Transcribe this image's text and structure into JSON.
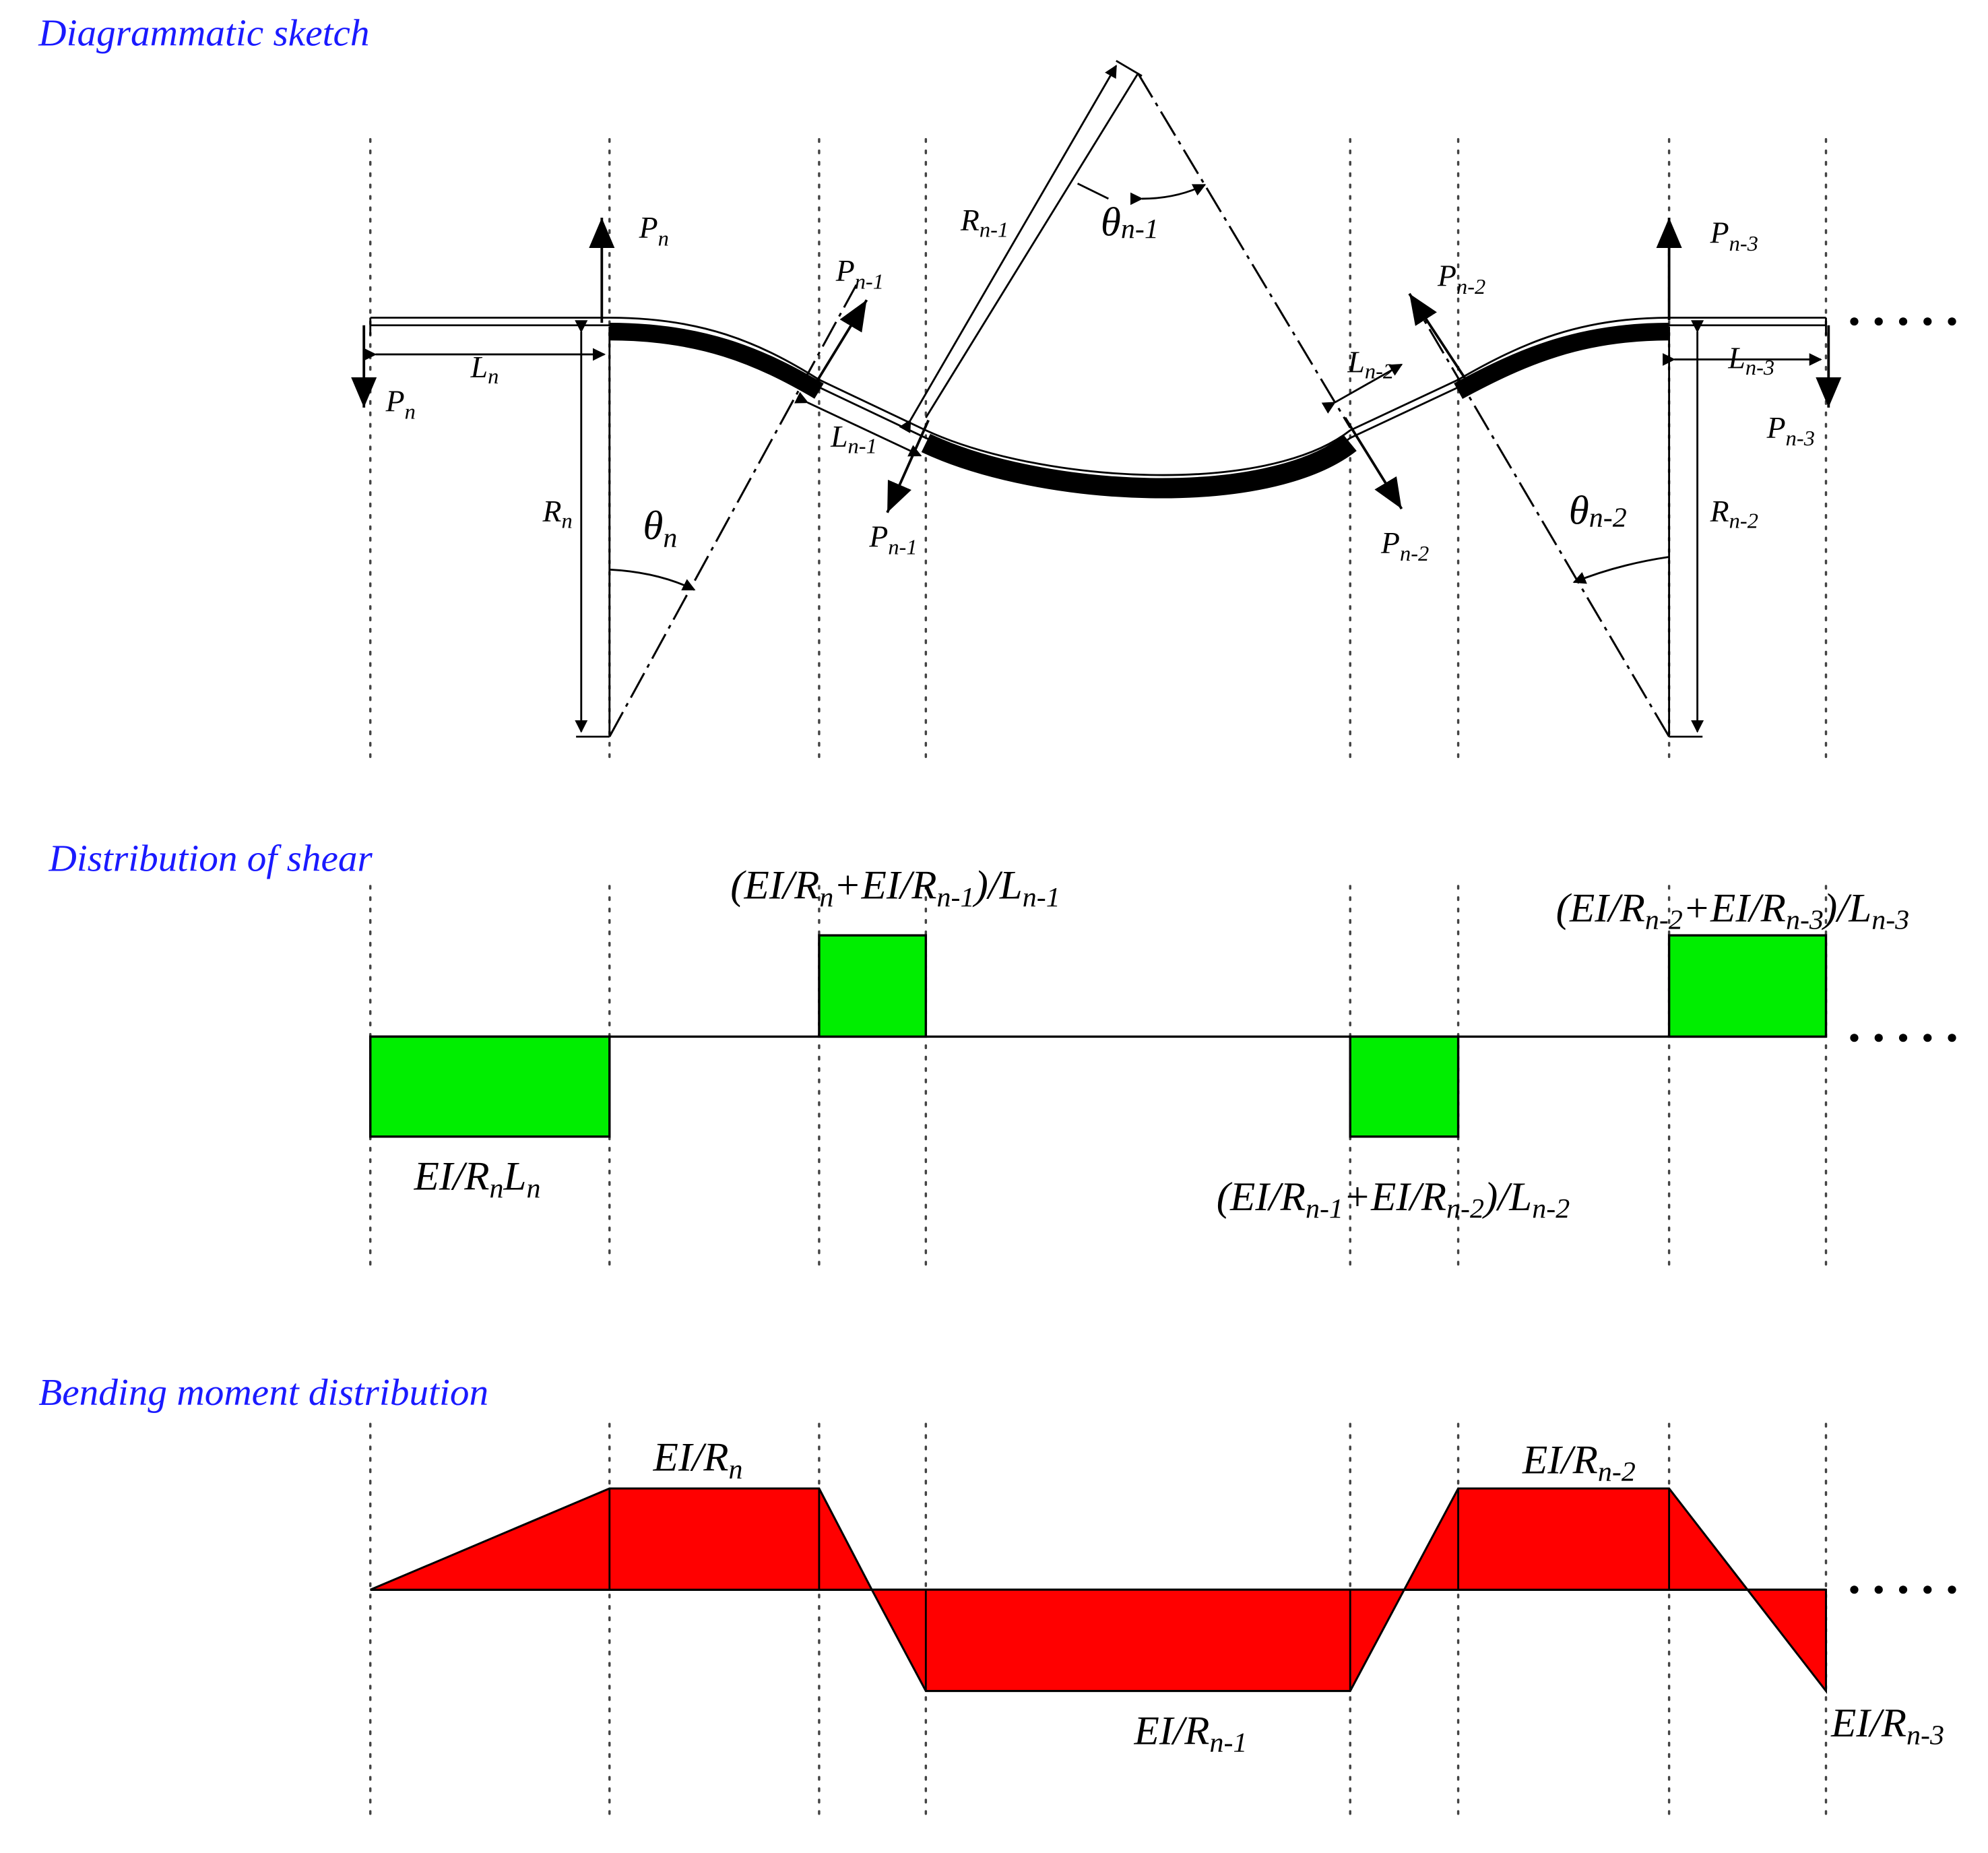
{
  "headings": {
    "sketch": "Diagrammatic sketch",
    "shear": "Distribution of shear",
    "moment": "Bending moment distribution"
  },
  "sketch_labels": {
    "p_n_top": {
      "base": "P",
      "sub": "n"
    },
    "p_n_bottom": {
      "base": "P",
      "sub": "n"
    },
    "p_n1_top": {
      "base": "P",
      "sub": "n-1"
    },
    "p_n1_bottom": {
      "base": "P",
      "sub": "n-1"
    },
    "p_n2_top": {
      "base": "P",
      "sub": "n-2"
    },
    "p_n2_bottom": {
      "base": "P",
      "sub": "n-2"
    },
    "p_n3_top": {
      "base": "P",
      "sub": "n-3"
    },
    "p_n3_bottom": {
      "base": "P",
      "sub": "n-3"
    },
    "l_n": {
      "base": "L",
      "sub": "n"
    },
    "l_n1": {
      "base": "L",
      "sub": "n-1"
    },
    "l_n2": {
      "base": "L",
      "sub": "n-2"
    },
    "l_n3": {
      "base": "L",
      "sub": "n-3"
    },
    "r_n": {
      "base": "R",
      "sub": "n"
    },
    "r_n1": {
      "base": "R",
      "sub": "n-1"
    },
    "r_n2": {
      "base": "R",
      "sub": "n-2"
    },
    "theta_n": {
      "base": "θ",
      "sub": "n"
    },
    "theta_n1": {
      "base": "θ",
      "sub": "n-1"
    },
    "theta_n2": {
      "base": "θ",
      "sub": "n-2"
    }
  },
  "shear_labels": {
    "block_1": {
      "base": "EI/R",
      "sub1": "n",
      "mid": "L",
      "sub2": "n"
    },
    "block_2": {
      "p1": "(EI/R",
      "s1": "n",
      "p2": "+EI/R",
      "s2": "n-1",
      "p3": ")/L",
      "s3": "n-1"
    },
    "block_3": {
      "p1": "(EI/R",
      "s1": "n-1",
      "p2": "+EI/R",
      "s2": "n-2",
      "p3": ")/L",
      "s3": "n-2"
    },
    "block_4": {
      "p1": "(EI/R",
      "s1": "n-2",
      "p2": "+EI/R",
      "s2": "n-3",
      "p3": ")/L",
      "s3": "n-3"
    }
  },
  "moment_labels": {
    "m_n": {
      "base": "EI/R",
      "sub": "n"
    },
    "m_n1": {
      "base": "EI/R",
      "sub": "n-1"
    },
    "m_n2": {
      "base": "EI/R",
      "sub": "n-2"
    },
    "m_n3": {
      "base": "EI/R",
      "sub": "n-3"
    }
  },
  "colors": {
    "heading": "#1a1aff",
    "shear_fill": "#00ee00",
    "moment_fill": "#ff0000"
  }
}
